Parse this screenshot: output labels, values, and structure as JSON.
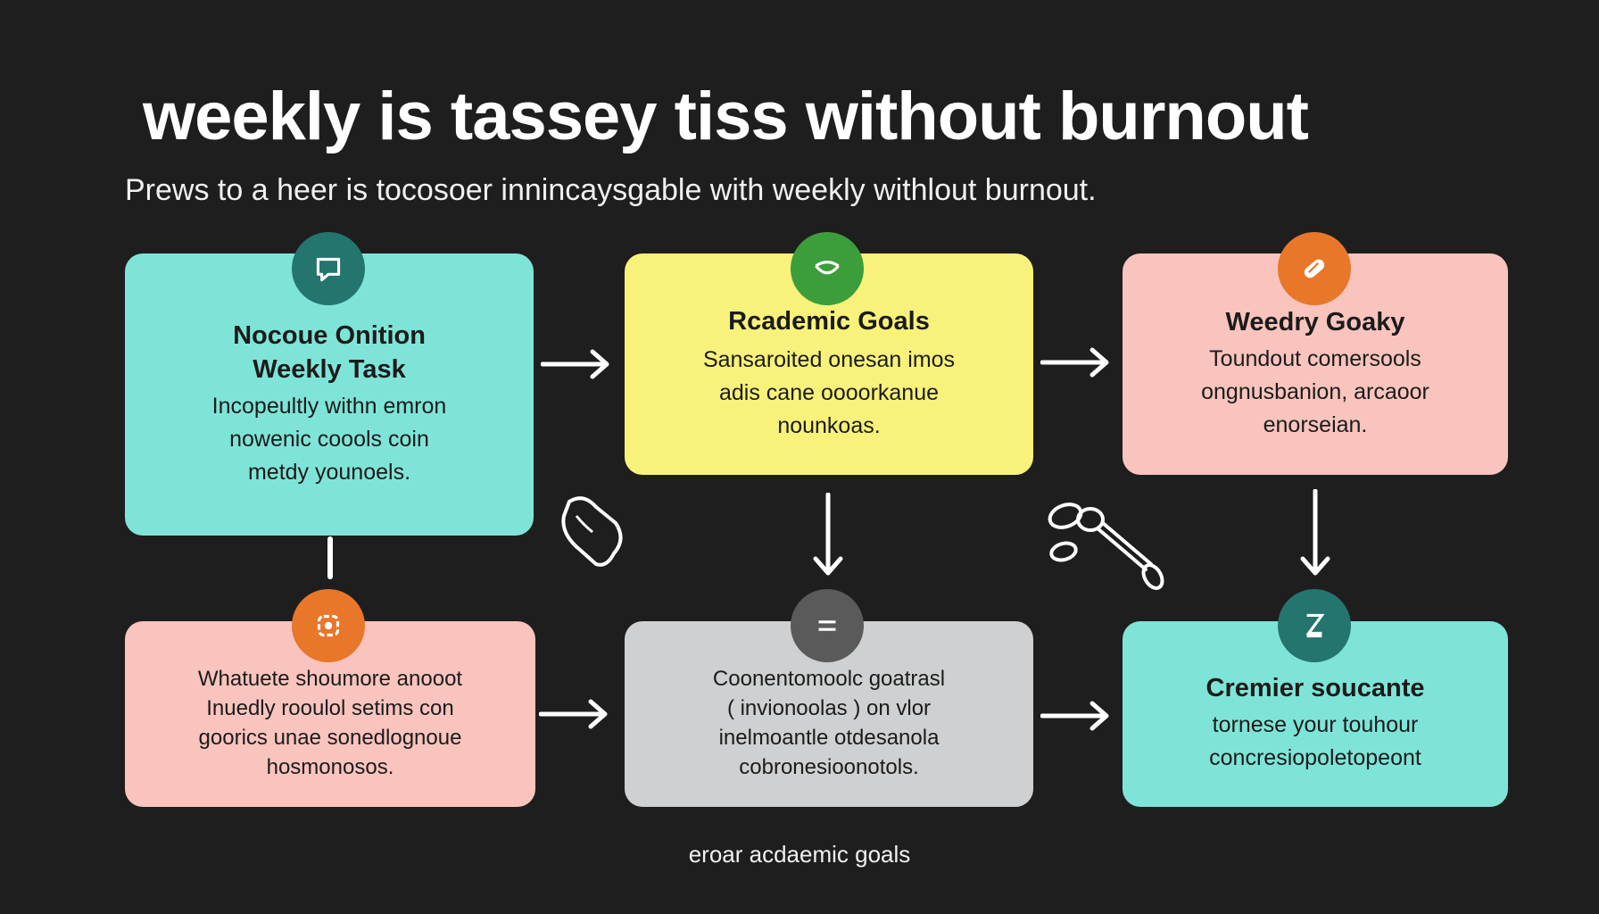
{
  "title": "weekly is tassey tiss without burnout",
  "subtitle": "Prews to a heer is tocosoer innincaysgable with weekly withlout burnout.",
  "footer": "eroar acdaemic goals",
  "colors": {
    "background": "#1e1e1e",
    "teal": "#7fe4d8",
    "yellow": "#f8f27a",
    "pink": "#f9c4bd",
    "gray": "#cfd0d1",
    "badge_teal": "#23756e",
    "badge_green": "#3b9e3a",
    "badge_orange": "#e8772a",
    "badge_gray": "#5a5a5a"
  },
  "cards": {
    "c1": {
      "heading": "Nocoue Onition\nWeekly Task",
      "body": "Incopeultly withn emron\nnowenic coools coin\nmetdy younoels.",
      "icon": "chat-bubble-icon"
    },
    "c2": {
      "heading": "Rcademic Goals",
      "body": "Sansaroited onesan imos\nadis cane oooorkanue\nnounkoas.",
      "icon": "bowl-icon"
    },
    "c3": {
      "heading": "Weedry Goaky",
      "body": "Toundout comersools\nongnusbanion, arcaoor\nenorseian.",
      "icon": "pill-icon"
    },
    "c4": {
      "heading": "",
      "body": "Whatuete shoumore anooot\nInuedly rooulol setims con\ngoorics unae sonedlognoue\nhosmonosos.",
      "icon": "target-icon"
    },
    "c5": {
      "heading": "",
      "body": "Coonentomoolc goatrasl\n( invionoolas ) on vlor\ninelmoantle otdesanola\ncobronesioonotols.",
      "icon": "menu-lines-icon"
    },
    "c6": {
      "heading": "Cremier soucante",
      "body": "tornese your touhour\nconcresiopoletopeont",
      "icon": "hourglass-icon"
    }
  }
}
